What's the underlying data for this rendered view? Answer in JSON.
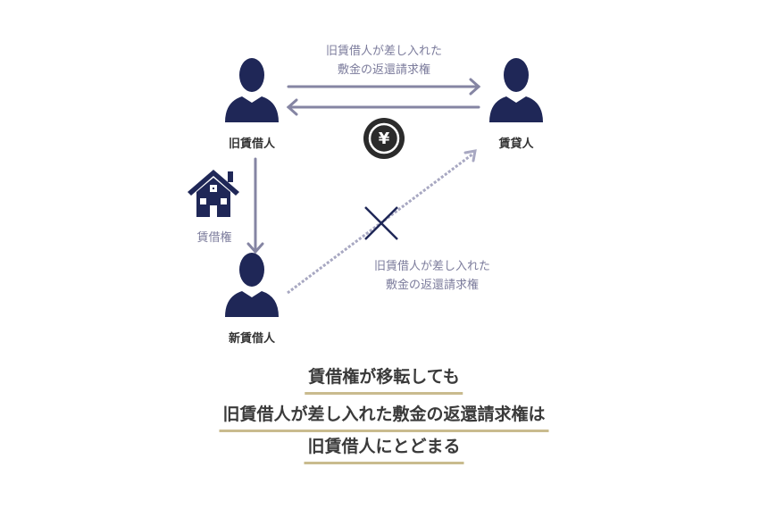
{
  "nodes": {
    "old_lessee": "旧賃借人",
    "lessor": "賃貸人",
    "new_lessee": "新賃借人"
  },
  "top_arrow_label": [
    "旧賃借人が差し入れた",
    "敷金の返還請求権"
  ],
  "cross_arrow_label": [
    "旧賃借人が差し入れた",
    "敷金の返還請求権"
  ],
  "lease_right_label": "賃借権",
  "yen_symbol": "¥",
  "conclusion": [
    "賃借権が移転しても",
    "旧賃借人が差し入れた敷金の返還請求権は",
    "旧賃借人にとどまる"
  ],
  "colors": {
    "navy": "#1f2757",
    "arrow": "#8585a3",
    "underline": "#c9bb8e"
  }
}
